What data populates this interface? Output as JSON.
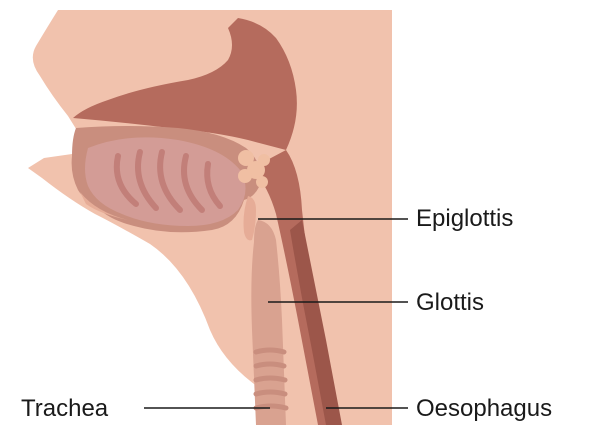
{
  "diagram": {
    "labels": {
      "epiglottis": "Epiglottis",
      "glottis": "Glottis",
      "trachea": "Trachea",
      "oesophagus": "Oesophagus"
    }
  },
  "colors": {
    "background": "#ffffff",
    "skin": "#f1c2ad",
    "skin_shadow": "#e6ac97",
    "cavity": "#b56b5d",
    "cavity_dark": "#9c564a",
    "tongue": "#d39c96",
    "tongue_ridge": "#c27f79",
    "airway": "#d9a290",
    "trachea_ring": "#c98e7e",
    "leader_line": "#1a1a1a"
  }
}
